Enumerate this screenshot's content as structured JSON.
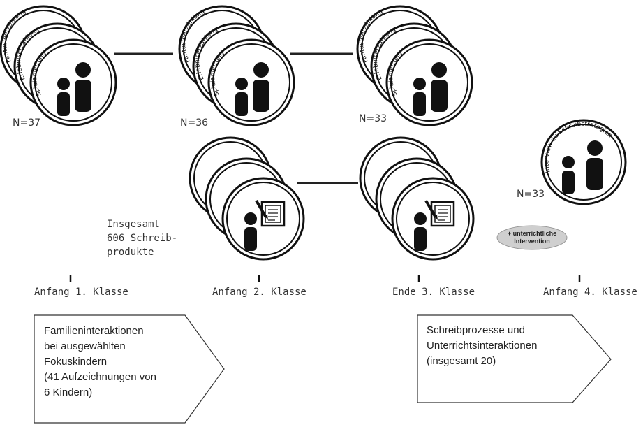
{
  "circle_labels": {
    "fantasy": "Fantasieerzählung",
    "experience": "Erlebniserzählung",
    "game": "Spielanleitung",
    "interview": "Interview zu Schreibstrategien"
  },
  "counts": {
    "n1": "N=37",
    "n2": "N=36",
    "n3": "N=33",
    "n4": "N=33"
  },
  "products_note": "Insgesamt\n606 Schreib-\nprodukte",
  "intervention_pill": "+ unterrichtliche\nIntervention",
  "timeline": [
    "Anfang 1. Klasse",
    "Anfang 2. Klasse",
    "Ende 3. Klasse",
    "Anfang 4. Klasse"
  ],
  "arrow_boxes": {
    "family": "Familieninteraktionen\nbei ausgewählten\nFokuskindern\n(41 Aufzeichnungen von\n6 Kindern)",
    "writing": "Schreibprozesse und\nUnterrichtsinteraktionen\n(insgesamt 20)"
  },
  "colors": {
    "stroke": "#111111",
    "fill": "#ffffff",
    "pill": "#cfcfcf",
    "line": "#222222"
  }
}
